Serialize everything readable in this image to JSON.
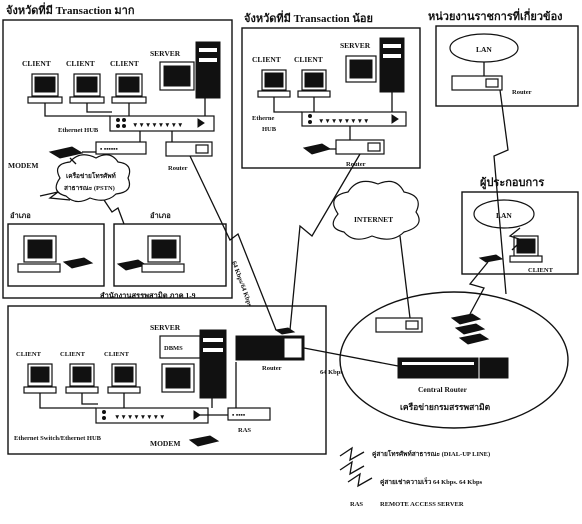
{
  "sections": {
    "province_high": "จังหวัดที่มี Transaction มาก",
    "province_low": "จังหวัดที่มี Transaction น้อย",
    "related_agency": "หน่วยงานราชการที่เกี่ยวข้อง",
    "operator": "ผู้ประกอบการ",
    "central_office": "สำนักงานสรรพสามิต ภาค 1-9",
    "internet": "INTERNET",
    "central_network": "เครือข่ายกรมสรรพสามิต"
  },
  "labels": {
    "client": "CLIENT",
    "server": "SERVER",
    "ethernet_hub": "Ethernet HUB",
    "ethernet_hub_split_1": "Etherne",
    "ethernet_hub_split_2": "HUB",
    "modem": "MODEM",
    "router": "Router",
    "pstn_1": "เครือข่ายโทรศัพท์",
    "pstn_2": "สาธารณะ (PSTN)",
    "district": "อำเภอ",
    "lan": "LAN",
    "dbms": "DBMS",
    "ras": "RAS",
    "ethernet_switch_hub": "Ethernet Switch/Ethernet HUB",
    "central_router": "Central Router",
    "link_speed": "64 Kbps",
    "link_speed_dual": "64 Kbps/64 Kbps"
  },
  "legend": {
    "dialup": "คู่สายโทรศัพท์สาธารณะ (DIAL-UP LINE)",
    "leased": "คู่สายเช่าความเร็ว 64 Kbps. 64 Kbps",
    "ras_abbr": "RAS",
    "ras_full": "REMOTE ACCESS SERVER"
  }
}
